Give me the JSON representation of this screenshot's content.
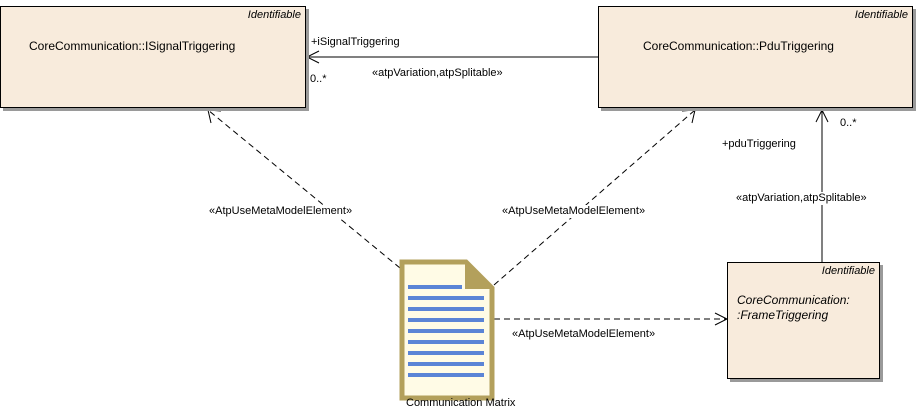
{
  "classes": {
    "isignal": {
      "stereotype": "Identifiable",
      "name": "CoreCommunication::ISignalTriggering"
    },
    "pdu": {
      "stereotype": "Identifiable",
      "name": "CoreCommunication::PduTriggering"
    },
    "frame": {
      "stereotype": "Identifiable",
      "name_line1": "CoreCommunication:",
      "name_line2": ":FrameTriggering"
    }
  },
  "artifact": {
    "name": "Communication Matrix"
  },
  "associations": {
    "isignal_role": "+iSignalTriggering",
    "isignal_mult": "0..*",
    "isignal_stereo": "«atpVariation,atpSplitable»",
    "pdu_role": "+pduTriggering",
    "pdu_mult": "0..*",
    "pdu_stereo": "«atpVariation,atpSplitable»"
  },
  "dependencies": {
    "to_isignal": "«AtpUseMetaModelElement»",
    "to_pdu": "«AtpUseMetaModelElement»",
    "to_frame": "«AtpUseMetaModelElement»"
  },
  "colors": {
    "class_fill": "#f8ebdc",
    "artifact_border": "#b3a05c",
    "artifact_fill": "#fffbe6",
    "artifact_lines": "#5b84d6"
  }
}
